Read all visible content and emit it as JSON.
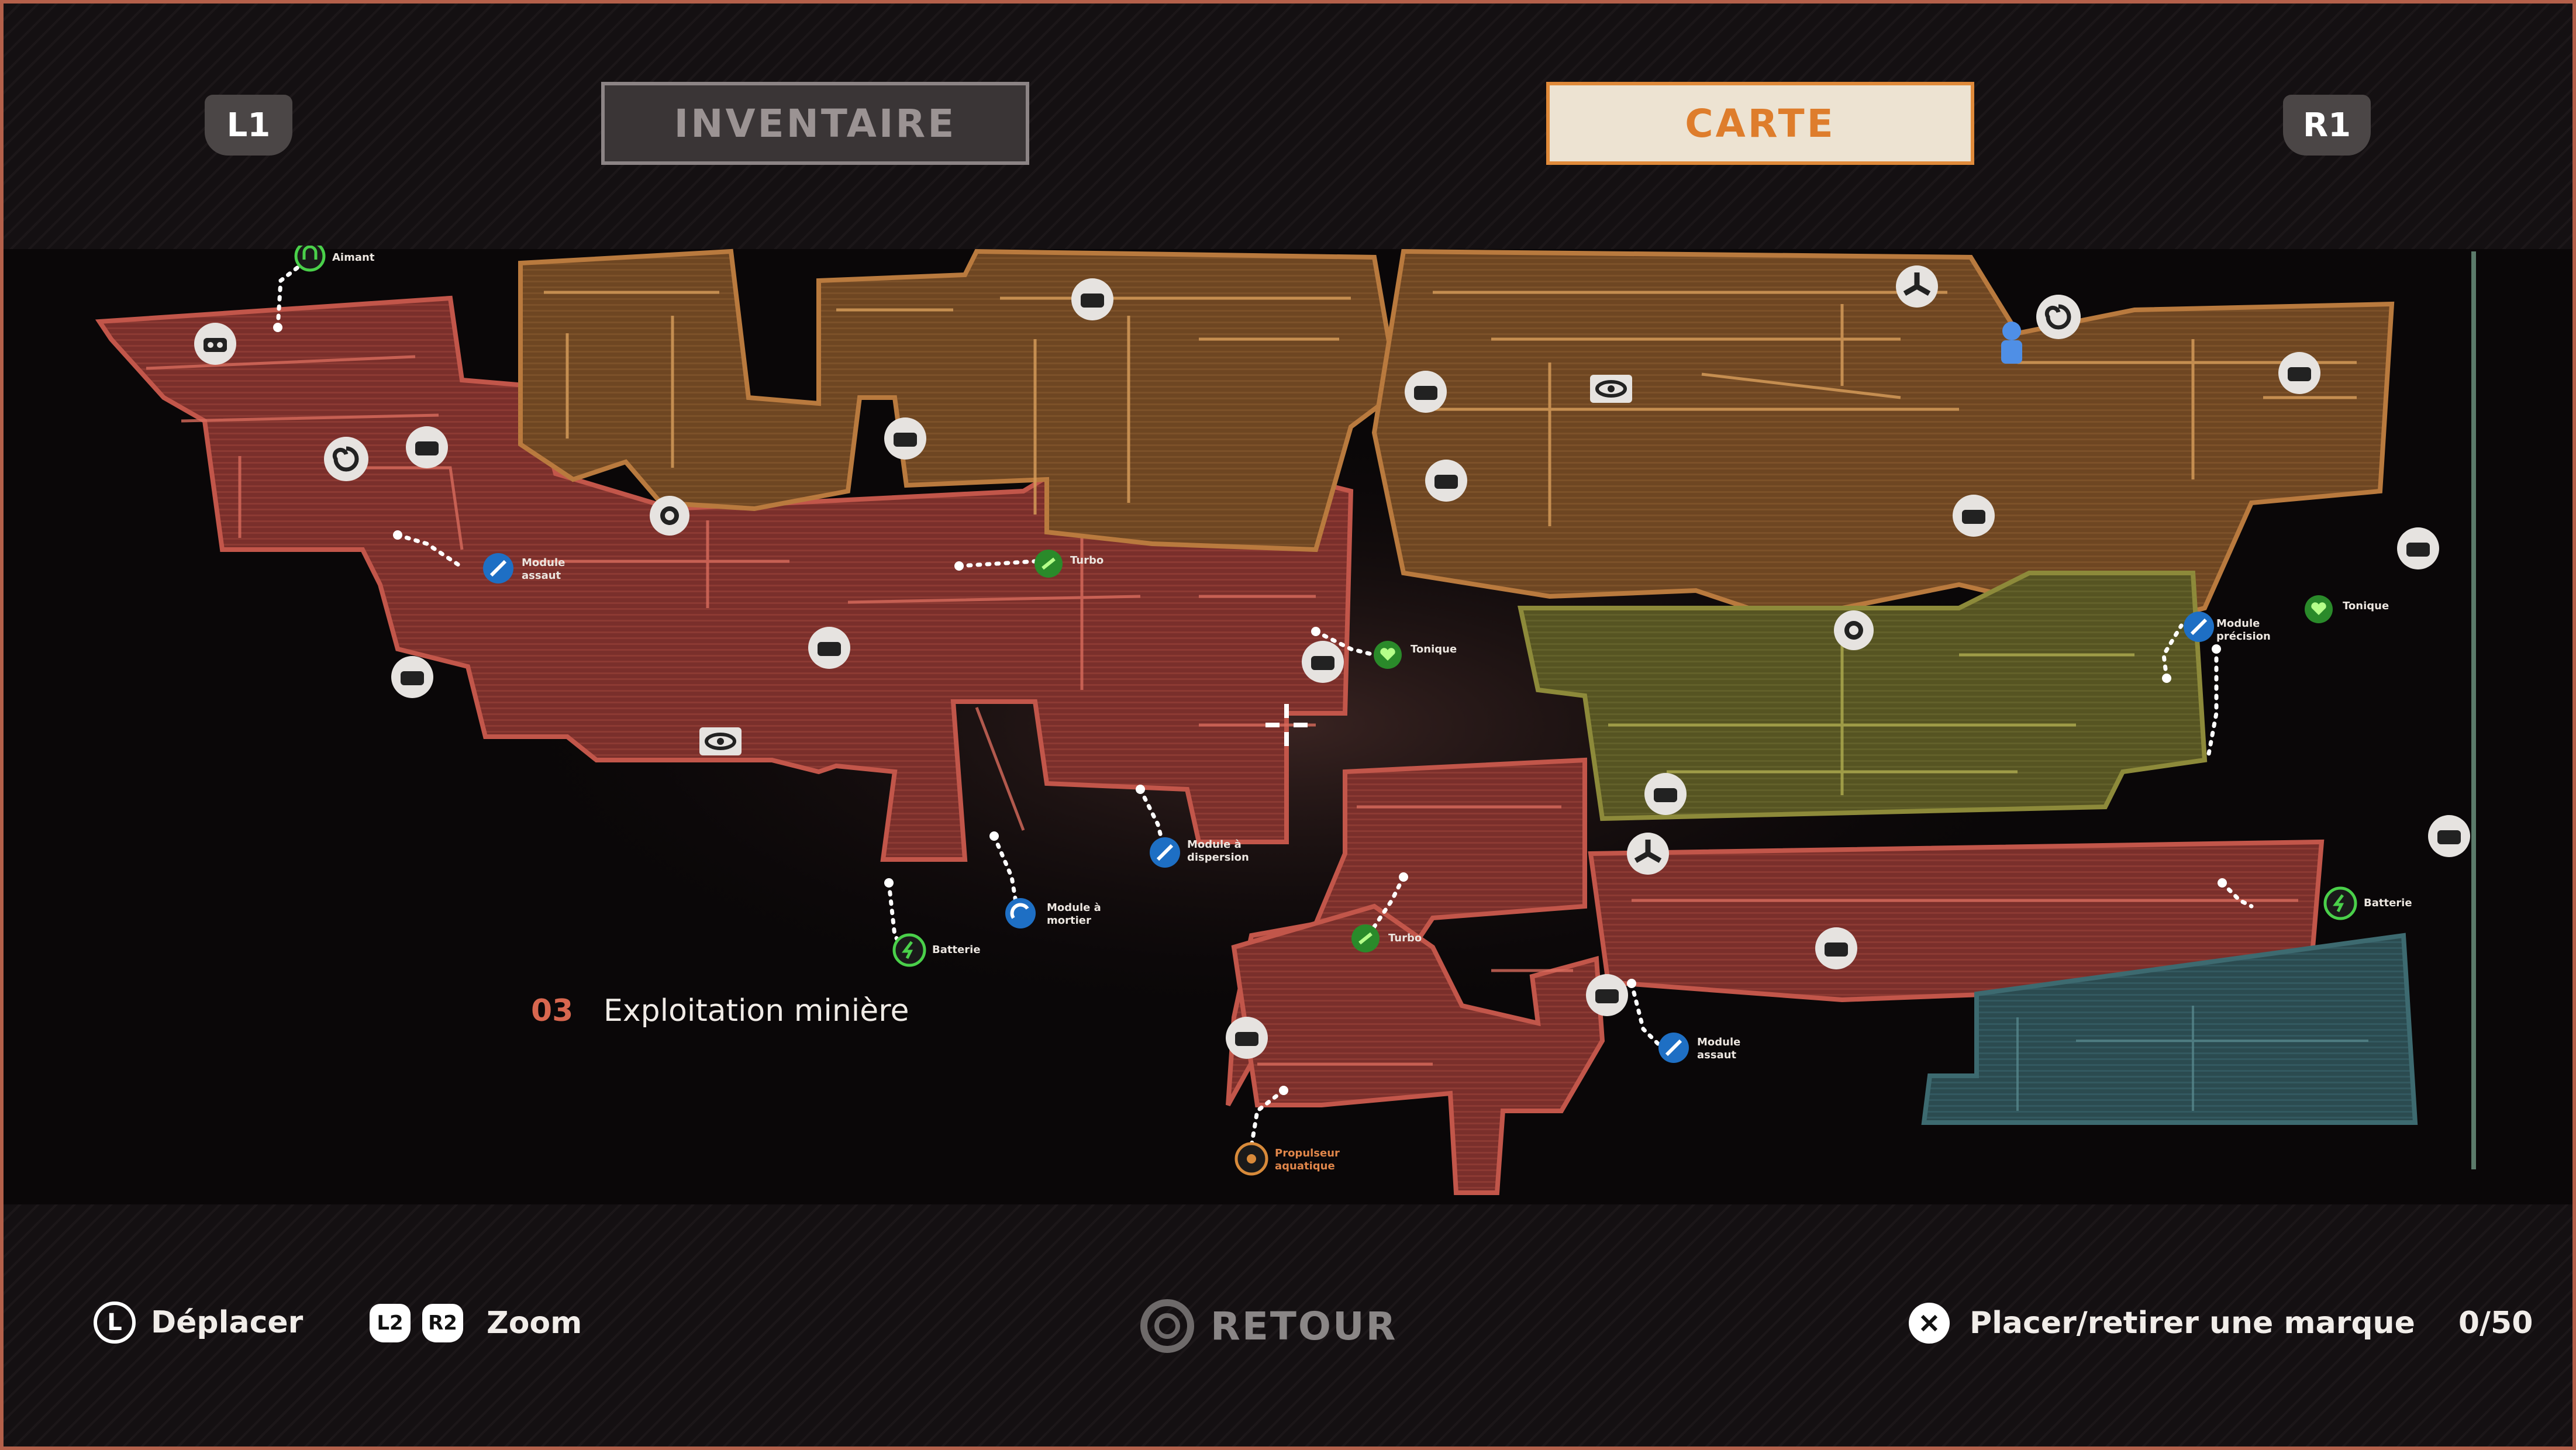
{
  "header": {
    "left_shoulder": "L1",
    "right_shoulder": "R1",
    "tabs": [
      {
        "label": "INVENTAIRE",
        "active": false
      },
      {
        "label": "CARTE",
        "active": true
      }
    ]
  },
  "map": {
    "region_number": "03",
    "region_name": "Exploitation minière",
    "labels": {
      "aimant": "Aimant",
      "module_assaut_1a": "Module",
      "module_assaut_1b": "assaut",
      "turbo_1": "Turbo",
      "tonique_1": "Tonique",
      "module_precision_a": "Module",
      "module_precision_b": "précision",
      "tonique_2": "Tonique",
      "module_dispersion_a": "Module à",
      "module_dispersion_b": "dispersion",
      "module_mortier_a": "Module à",
      "module_mortier_b": "mortier",
      "batterie_1": "Batterie",
      "turbo_2": "Turbo",
      "batterie_2": "Batterie",
      "module_assaut_2a": "Module",
      "module_assaut_2b": "assaut",
      "propulseur_a": "Propulseur",
      "propulseur_b": "aquatique"
    },
    "colors": {
      "red_zone": "#c2564a",
      "orange_zone": "#b97a3e",
      "olive_zone": "#8d8a3a",
      "teal_zone": "#3d6a70",
      "accent": "#e08a3a"
    }
  },
  "controls": {
    "move_key": "L",
    "move_label": "Déplacer",
    "zoom_keys": [
      "L2",
      "R2"
    ],
    "zoom_label": "Zoom",
    "back_label": "RETOUR",
    "marker_label": "Placer/retirer une marque",
    "marker_count": "0/50"
  }
}
